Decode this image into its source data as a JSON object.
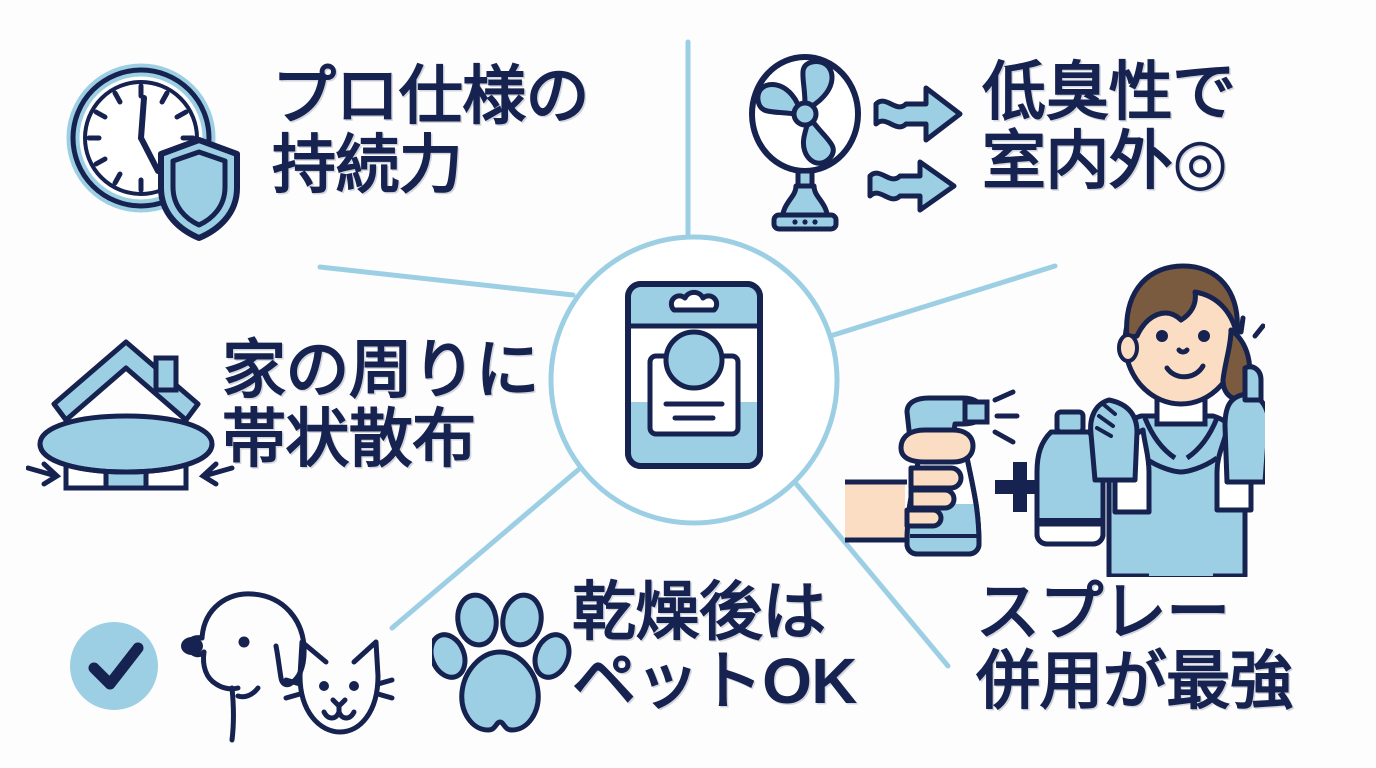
{
  "infographic": {
    "background_color": "#fdfdfd",
    "accent_light_blue": "#9ccfe4",
    "accent_mid_blue": "#8cc6de",
    "text_navy": "#16224f",
    "skin_color": "#fbddc3",
    "hair_color": "#7a5b40",
    "center": {
      "icon": "product-package-icon",
      "description": "product package in circle hub"
    },
    "features": [
      {
        "id": "durability",
        "icon": "clock-shield-icon",
        "line1": "プロ仕様の",
        "line2": "持続力",
        "text": "プロ仕様の\n持続力"
      },
      {
        "id": "low-odor",
        "icon": "fan-arrows-icon",
        "line1": "低臭性で",
        "line2": "室内外◎",
        "text": "低臭性で\n室内外◎"
      },
      {
        "id": "perimeter",
        "icon": "house-band-icon",
        "line1": "家の周りに",
        "line2": "帯状散布",
        "text": "家の周りに\n帯状散布"
      },
      {
        "id": "pet-ok",
        "icon": "paw-print-icon",
        "line1": "乾燥後は",
        "line2": "ペットOK",
        "text": "乾燥後は\nペットOK"
      },
      {
        "id": "spray-combo",
        "icon": "person-spray-icon",
        "line1": "スプレー",
        "line2": "併用が最強",
        "text": "スプレー\n併用が最強"
      }
    ],
    "decorative_icons": [
      {
        "id": "check-circle",
        "icon": "check-circle-icon"
      },
      {
        "id": "dog",
        "icon": "dog-head-icon"
      },
      {
        "id": "cat",
        "icon": "cat-head-icon"
      },
      {
        "id": "spray-bottle",
        "icon": "spray-bottle-hand-icon"
      },
      {
        "id": "plus",
        "icon": "plus-sign-icon",
        "label": "+"
      },
      {
        "id": "refill-bottle",
        "icon": "refill-bottle-icon"
      },
      {
        "id": "woman",
        "icon": "woman-thumbs-up-icon"
      }
    ]
  }
}
